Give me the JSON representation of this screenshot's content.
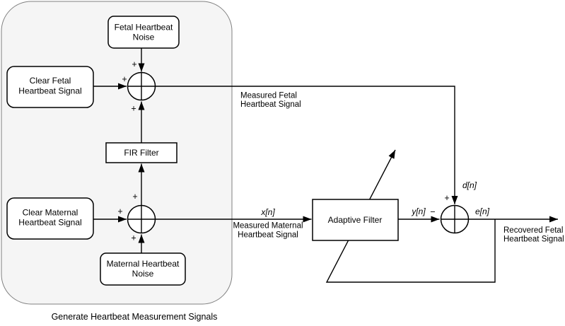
{
  "caption": "Generate Heartbeat Measurement Signals",
  "blocks": {
    "fetal_noise": {
      "line1": "Fetal Heartbeat",
      "line2": "Noise"
    },
    "clear_fetal": {
      "line1": "Clear Fetal",
      "line2": "Heartbeat Signal"
    },
    "fir_filter": {
      "label": "FIR Filter"
    },
    "clear_maternal": {
      "line1": "Clear Maternal",
      "line2": "Heartbeat Signal"
    },
    "maternal_noise": {
      "line1": "Maternal Heartbeat",
      "line2": "Noise"
    },
    "adaptive_filter": {
      "label": "Adaptive Filter"
    }
  },
  "labels": {
    "measured_fetal": {
      "line1": "Measured Fetal",
      "line2": "Heartbeat Signal"
    },
    "measured_maternal": {
      "line1": "Measured Maternal",
      "line2": "Heartbeat Signal"
    },
    "recovered_fetal": {
      "line1": "Recovered Fetal",
      "line2": "Heartbeat Signal"
    },
    "x_n": "x[n]",
    "y_n": "y[n]",
    "d_n": "d[n]",
    "e_n": "e[n]"
  },
  "signs": {
    "plus": "+",
    "minus": "−"
  },
  "colors": {
    "container_fill": "#f5f5f5",
    "container_border": "#808080",
    "line": "#000000",
    "text": "#000000",
    "block_fill": "#ffffff"
  }
}
